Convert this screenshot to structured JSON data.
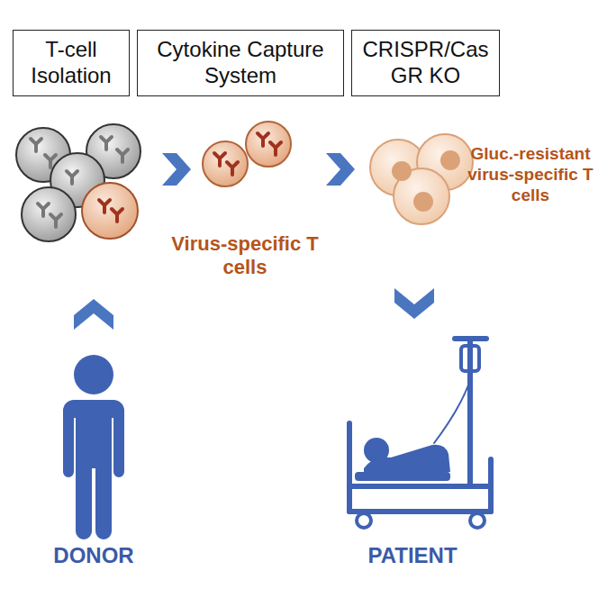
{
  "diagram": {
    "nodes": [
      {
        "text": [
          "T-cell Isolation"
        ]
      },
      {
        "text": [
          "Cytokine Capture System"
        ]
      },
      {
        "text": [
          "CRISPR/Cas GR KO"
        ]
      }
    ],
    "labels": [
      "Virus-specific T cells",
      "Gluc.-resistant virus-specific T cells",
      "DONOR",
      "PATIENT"
    ]
  }
}
